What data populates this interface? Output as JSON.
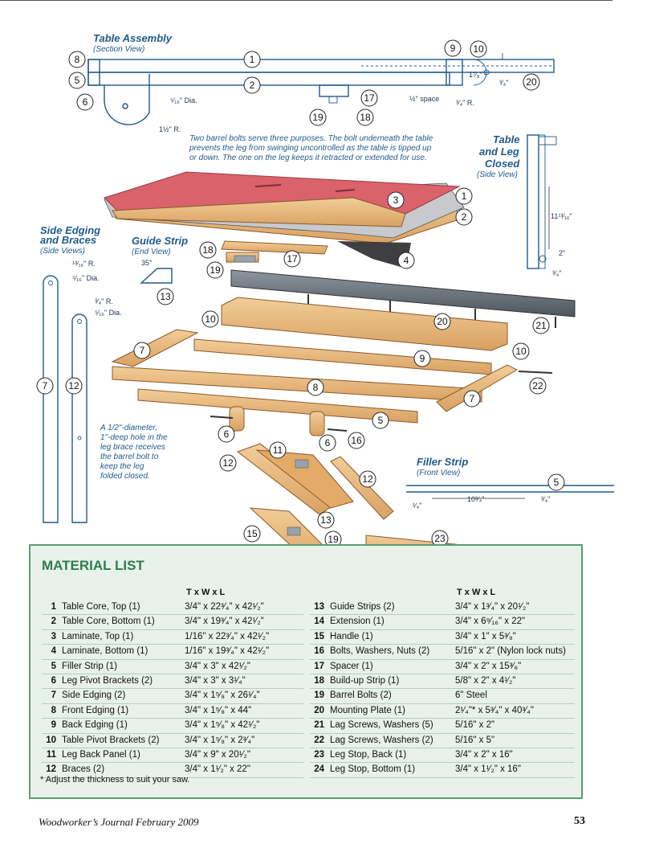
{
  "diagram": {
    "table_assembly": {
      "title": "Table Assembly",
      "subtitle": "(Section View)"
    },
    "table_leg_closed": {
      "title_l1": "Table",
      "title_l2": "and Leg",
      "title_l3": "Closed",
      "subtitle": "(Side View)"
    },
    "side_edging": {
      "title_l1": "Side Edging",
      "title_l2": "and Braces",
      "subtitle": "(Side Views)"
    },
    "guide_strip": {
      "title": "Guide Strip",
      "subtitle": "(End View)"
    },
    "filler_strip": {
      "title": "Filler Strip",
      "subtitle": "(Front View)"
    },
    "barrel_note": {
      "l1": "Two barrel bolts serve three purposes. The bolt underneath the table",
      "l2": "prevents the leg from swinging uncontrolled as the table is tipped up",
      "l3": "or down. The one on the leg keeps it retracted or extended for use."
    },
    "hole_note": {
      "l1": "A 1/2\"-diameter,",
      "l2": "1\"-deep hole in the",
      "l3": "leg brace receives",
      "l4": "the barrel bolt to",
      "l5": "keep the leg",
      "l6": "folded closed."
    },
    "dims": {
      "dia_5_16": "⁵⁄₁₆\" Dia.",
      "r_1_1_2": "1½\" R.",
      "half_space": "½\" space",
      "r_3_4": "³⁄₄\" R.",
      "dim_1_7_8": "1⁷⁄₈\"",
      "dim_3_4": "³⁄₄\"",
      "dim_11_13_16": "11¹³⁄₁₆\"",
      "dim_2": "2\"",
      "dim_3_4_b": "³⁄₄\"",
      "r_13_16": "¹³⁄₁₆\" R.",
      "dia_5_16_b": "⁵⁄₁₆\" Dia.",
      "r_3_4_b": "³⁄₄\" R.",
      "dia_5_16_c": "⁵⁄₁₆\" Dia.",
      "angle_35": "35°",
      "dim_1_4": "¹⁄₄\"",
      "dim_10_3_4": "10³⁄₄\"",
      "dim_3_4_c": "³⁄₄\""
    }
  },
  "materials": {
    "title": "MATERIAL LIST",
    "col_header": "T x W x L",
    "left": [
      {
        "num": "1",
        "name": "Table Core, Top (1)",
        "dim": "3/4\" x 22³⁄₄\" x 42¹⁄₂\""
      },
      {
        "num": "2",
        "name": "Table Core, Bottom (1)",
        "dim": "3/4\" x 19³⁄₄\" x 42¹⁄₂\""
      },
      {
        "num": "3",
        "name": "Laminate, Top (1)",
        "dim": "1/16\" x 22³⁄₄\" x 42¹⁄₂\""
      },
      {
        "num": "4",
        "name": "Laminate, Bottom (1)",
        "dim": "1/16\" x 19³⁄₄\" x 42¹⁄₂\""
      },
      {
        "num": "5",
        "name": "Filler Strip (1)",
        "dim": "3/4\" x 3\" x 42¹⁄₂\""
      },
      {
        "num": "6",
        "name": "Leg Pivot Brackets (2)",
        "dim": "3/4\" x 3\" x 3¹⁄₄\""
      },
      {
        "num": "7",
        "name": "Side Edging (2)",
        "dim": "3/4\" x 1⁵⁄₈\" x 26¹⁄₄\""
      },
      {
        "num": "8",
        "name": "Front Edging (1)",
        "dim": "3/4\" x 1⁵⁄₈\" x 44\""
      },
      {
        "num": "9",
        "name": "Back Edging (1)",
        "dim": "3/4\" x 1⁵⁄₈\" x 42¹⁄₂\""
      },
      {
        "num": "10",
        "name": "Table Pivot Brackets (2)",
        "dim": "3/4\" x 1⁵⁄₈\" x 2³⁄₄\""
      },
      {
        "num": "11",
        "name": "Leg Back Panel (1)",
        "dim": "3/4\" x 9\" x 20¹⁄₂\""
      },
      {
        "num": "12",
        "name": "Braces (2)",
        "dim": "3/4\" x 1¹⁄₂\" x 22\""
      }
    ],
    "right": [
      {
        "num": "13",
        "name": "Guide Strips (2)",
        "dim": "3/4\" x 1³⁄₄\" x 20¹⁄₂\""
      },
      {
        "num": "14",
        "name": "Extension (1)",
        "dim": "3/4\" x 6⁹⁄₁₆\" x 22\""
      },
      {
        "num": "15",
        "name": "Handle (1)",
        "dim": "3/4\" x 1\" x 5³⁄₈\""
      },
      {
        "num": "16",
        "name": "Bolts, Washers, Nuts (2)",
        "dim": "5/16\" x 2\" (Nylon lock nuts)"
      },
      {
        "num": "17",
        "name": "Spacer (1)",
        "dim": "3/4\" x 2\" x 15³⁄₈\""
      },
      {
        "num": "18",
        "name": "Build-up Strip (1)",
        "dim": "5/8\" x 2\" x 4¹⁄₂\""
      },
      {
        "num": "19",
        "name": "Barrel Bolts (2)",
        "dim": "6\" Steel"
      },
      {
        "num": "20",
        "name": "Mounting Plate (1)",
        "dim": "2¹⁄₄\"* x 5³⁄₄\" x 40³⁄₄\""
      },
      {
        "num": "21",
        "name": "Lag Screws, Washers (5)",
        "dim": "5/16\" x 2\""
      },
      {
        "num": "22",
        "name": "Lag Screws, Washers (2)",
        "dim": "5/16\" x 5\""
      },
      {
        "num": "23",
        "name": "Leg Stop, Back (1)",
        "dim": "3/4\" x 2\" x 16\""
      },
      {
        "num": "24",
        "name": "Leg Stop, Bottom (1)",
        "dim": "3/4\" x 1¹⁄₂\" x 16\""
      }
    ],
    "footnote": "* Adjust the thickness to suit your saw."
  },
  "footer": {
    "publication": "Woodworker’s Journal  February 2009",
    "page": "53"
  },
  "colors": {
    "drawing_blue": "#1f5a8c",
    "laminate_red": "#d9626b",
    "wood": "#e9b97e",
    "wood_dark": "#c98f4f",
    "steel": "#6d7680",
    "list_bg": "#e8f2ea",
    "list_border": "#5d9c74",
    "list_title": "#2e7d4f"
  }
}
